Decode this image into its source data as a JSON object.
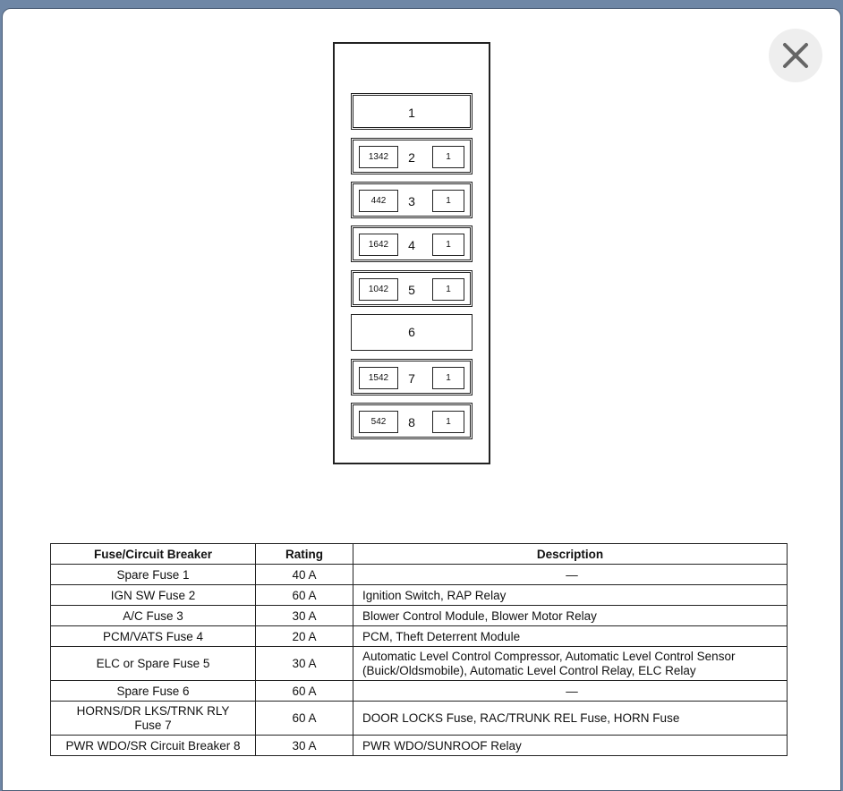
{
  "close": {
    "icon": "close-icon"
  },
  "diagram": {
    "slots": [
      {
        "num": "1",
        "code": "",
        "small": ""
      },
      {
        "num": "2",
        "code": "1342",
        "small": "1"
      },
      {
        "num": "3",
        "code": "442",
        "small": "1"
      },
      {
        "num": "4",
        "code": "1642",
        "small": "1"
      },
      {
        "num": "5",
        "code": "1042",
        "small": "1"
      },
      {
        "num": "6",
        "code": "",
        "small": ""
      },
      {
        "num": "7",
        "code": "1542",
        "small": "1"
      },
      {
        "num": "8",
        "code": "542",
        "small": "1"
      }
    ]
  },
  "table": {
    "headers": [
      "Fuse/Circuit Breaker",
      "Rating",
      "Description"
    ],
    "rows": [
      {
        "name": "Spare Fuse 1",
        "rating": "40 A",
        "desc": "—"
      },
      {
        "name": "IGN SW Fuse 2",
        "rating": "60 A",
        "desc": "Ignition Switch, RAP Relay"
      },
      {
        "name": "A/C Fuse 3",
        "rating": "30 A",
        "desc": "Blower Control Module, Blower Motor Relay"
      },
      {
        "name": "PCM/VATS Fuse 4",
        "rating": "20 A",
        "desc": "PCM, Theft Deterrent Module"
      },
      {
        "name": "ELC or Spare Fuse 5",
        "rating": "30 A",
        "desc_line1": "Automatic Level Control Compressor, Automatic Level Control Sensor",
        "desc_line2": "(Buick/Oldsmobile), Automatic Level Control Relay, ELC Relay"
      },
      {
        "name": "Spare Fuse 6",
        "rating": "60 A",
        "desc": "—"
      },
      {
        "name_line1": "HORNS/DR LKS/TRNK RLY",
        "name_line2": "Fuse 7",
        "rating": "60 A",
        "desc": "DOOR LOCKS Fuse, RAC/TRUNK REL Fuse, HORN Fuse"
      },
      {
        "name": "PWR WDO/SR Circuit Breaker 8",
        "rating": "30 A",
        "desc": "PWR WDO/SUNROOF Relay"
      }
    ]
  }
}
